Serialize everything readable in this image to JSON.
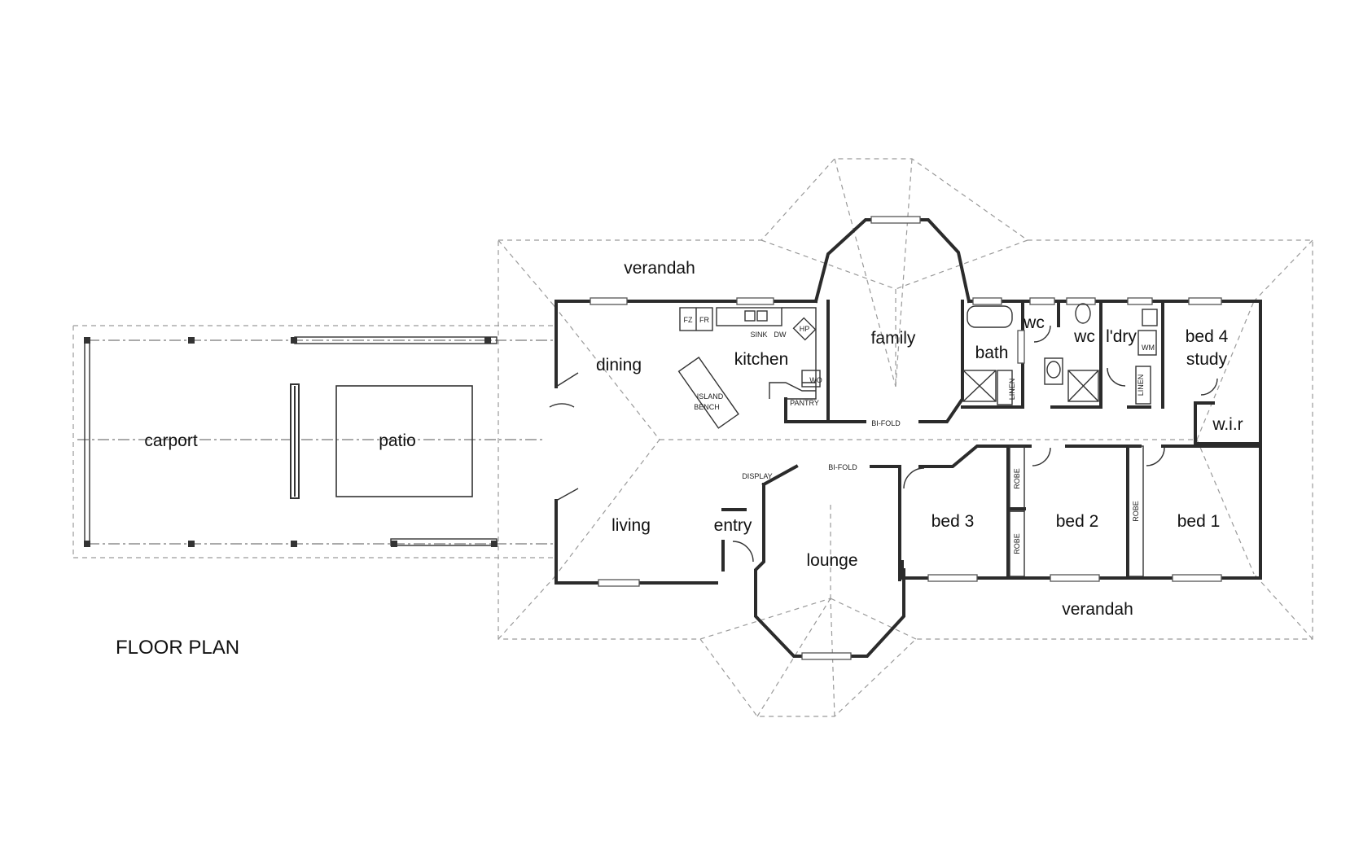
{
  "title": "FLOOR PLAN",
  "rooms": {
    "carport": "carport",
    "patio": "patio",
    "verandah_top": "verandah",
    "verandah_bottom": "verandah",
    "dining": "dining",
    "kitchen": "kitchen",
    "family": "family",
    "bath": "bath",
    "wc1": "wc",
    "wc2": "wc",
    "laundry": "l'dry",
    "bed4_line1": "bed 4",
    "bed4_line2": "study",
    "wir": "w.i.r",
    "living": "living",
    "entry": "entry",
    "lounge": "lounge",
    "bed3": "bed 3",
    "bed2": "bed 2",
    "bed1": "bed 1"
  },
  "fixtures": {
    "fz": "FZ",
    "fr": "FR",
    "sink": "SINK",
    "dw": "DW",
    "hp": "HP",
    "wo": "WO",
    "pantry": "PANTRY",
    "island_line1": "ISLAND",
    "island_line2": "BENCH",
    "bifold_north": "BI-FOLD",
    "bifold_south": "BI-FOLD",
    "display": "DISPLAY",
    "linen_bath": "LINEN",
    "linen_laundry": "LINEN",
    "wm": "WM",
    "robe_bed3": "ROBE",
    "robe_bed2": "ROBE",
    "robe_bed1": "ROBE"
  }
}
